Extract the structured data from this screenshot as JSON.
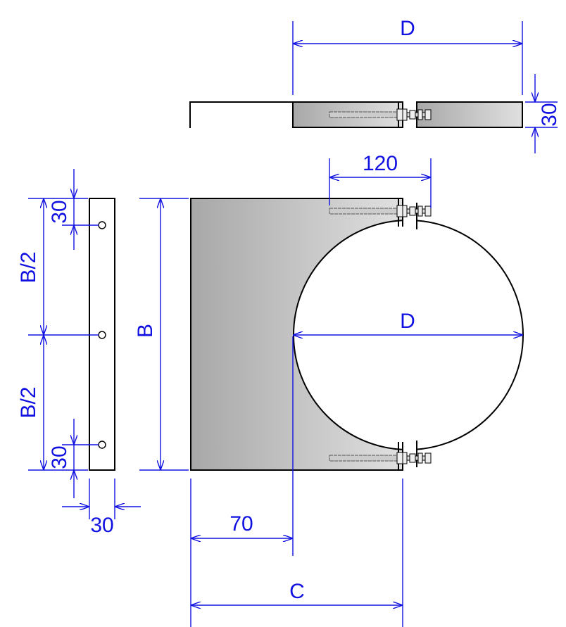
{
  "labels": {
    "top_width": "D",
    "top_thickness": "30",
    "bolt_length": "120",
    "inner_diameter": "D",
    "plate_height": "B",
    "half_height_top": "B/2",
    "half_height_bottom": "B/2",
    "hole_offset_top": "30",
    "hole_offset_bottom": "30",
    "bar_width": "30",
    "offset_70": "70",
    "total_width": "C"
  },
  "colors": {
    "dimension": "#1010e0",
    "outline": "#000000",
    "fill_dark": "#a8a8a8",
    "fill_light": "#dcdcdc"
  }
}
